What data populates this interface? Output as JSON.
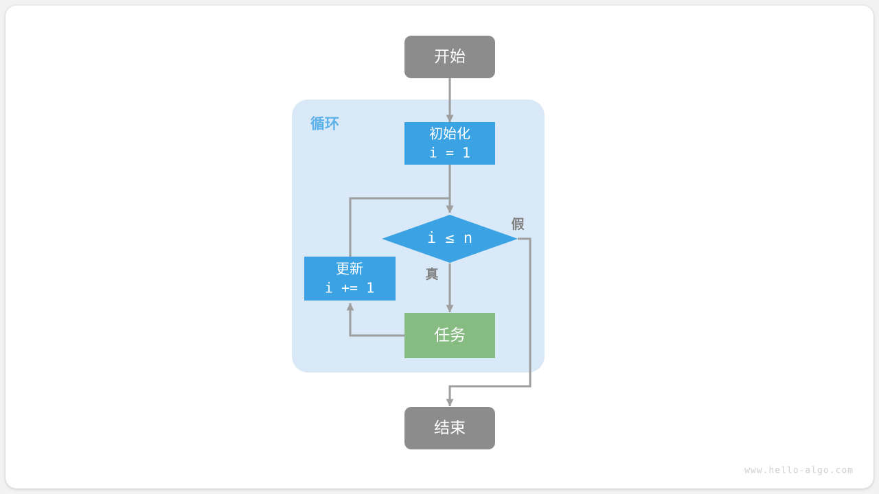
{
  "diagram": {
    "title": "for-loop-flowchart",
    "background_color": "#ffffff",
    "canvas_color": "#f2f2f2",
    "group": {
      "label": "循环",
      "fill": "#d9e9f8",
      "label_color": "#5cb1ea"
    },
    "colors": {
      "terminal": "#8c8c8c",
      "process_blue": "#3ba3e3",
      "process_green": "#86bb82",
      "edge": "#9e9e9e",
      "edge_label": "#808080",
      "node_text": "#ffffff"
    },
    "nodes": [
      {
        "id": "start",
        "type": "terminal",
        "label": "开始",
        "sublabel": "",
        "fill": "#8c8c8c"
      },
      {
        "id": "init",
        "type": "process",
        "label": "初始化",
        "sublabel": "i = 1",
        "fill": "#3ba3e3"
      },
      {
        "id": "cond",
        "type": "decision",
        "label": "i ≤ n",
        "sublabel": "",
        "fill": "#3ba3e3"
      },
      {
        "id": "update",
        "type": "process",
        "label": "更新",
        "sublabel": "i += 1",
        "fill": "#3ba3e3"
      },
      {
        "id": "task",
        "type": "process",
        "label": "任务",
        "sublabel": "",
        "fill": "#86bb82"
      },
      {
        "id": "end",
        "type": "terminal",
        "label": "结束",
        "sublabel": "",
        "fill": "#8c8c8c"
      }
    ],
    "edges": [
      {
        "from": "start",
        "to": "init",
        "label": ""
      },
      {
        "from": "init",
        "to": "cond",
        "label": ""
      },
      {
        "from": "cond",
        "to": "task",
        "label": "真"
      },
      {
        "from": "cond",
        "to": "end",
        "label": "假"
      },
      {
        "from": "task",
        "to": "update",
        "label": ""
      },
      {
        "from": "update",
        "to": "cond",
        "label": ""
      }
    ],
    "edge_labels": {
      "true": "真",
      "false": "假"
    },
    "watermark": "www.hello-algo.com"
  }
}
